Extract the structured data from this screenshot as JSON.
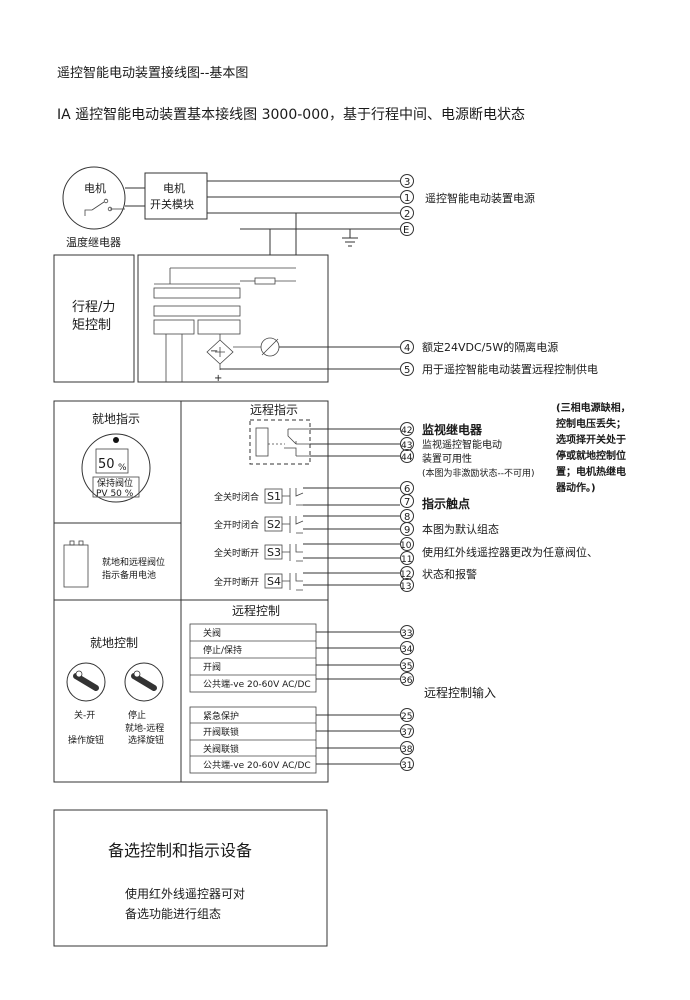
{
  "title_line1": "遥控智能电动装置接线图--基本图",
  "title_line2": "IA 遥控智能电动装置基本接线图 3000-000，基于行程中间、电源断电状态",
  "motor_circle": {
    "label": "电机",
    "caption": "温度继电器"
  },
  "motor_switch_module": {
    "line1": "电机",
    "line2": "开关模块"
  },
  "power_terminals": [
    "3",
    "1",
    "2",
    "E"
  ],
  "power_label": "遥控智能电动装置电源",
  "travel_torque_control": {
    "line1": "行程/力",
    "line2": "矩控制"
  },
  "isolated_supply": {
    "terminal": "4",
    "label": "额定24VDC/5W的隔离电源",
    "minus": "−"
  },
  "remote_supply": {
    "terminal": "5",
    "label": "用于遥控智能电动装置远程控制供电",
    "plus": "+"
  },
  "local_indication": {
    "title": "就地指示",
    "display_value": "50",
    "display_unit": "%",
    "hold_line1": "保持阀位",
    "hold_line2": "PV 50 %"
  },
  "battery_label": {
    "line1": "就地和远程阀位",
    "line2": "指示备用电池"
  },
  "remote_indication_title": "远程指示",
  "monitor_relay": {
    "terminals": [
      "42",
      "43",
      "44"
    ],
    "title": "监视继电器",
    "desc1": "监视遥控智能电动",
    "desc2": "装置可用性",
    "desc3": "(本图为非激励状态--不可用)"
  },
  "phase_note": [
    "(三相电源缺相，",
    "控制电压丢失；",
    "选项择开关处于",
    "停或就地控制位",
    "置；电机热继电",
    "器动作。)"
  ],
  "indication_contacts": [
    {
      "label": "全关时闭合",
      "switch": "S1",
      "terminals": [
        "6",
        "7"
      ]
    },
    {
      "label": "全开时闭合",
      "switch": "S2",
      "terminals": [
        "8",
        "9"
      ]
    },
    {
      "label": "全关时断开",
      "switch": "S3",
      "terminals": [
        "10",
        "11"
      ]
    },
    {
      "label": "全开时断开",
      "switch": "S4",
      "terminals": [
        "12",
        "13"
      ]
    }
  ],
  "indication_contacts_info": {
    "title": "指示触点",
    "line1": "本图为默认组态",
    "line2": "使用红外线遥控器更改为任意阀位、",
    "line3": "状态和报警"
  },
  "local_control": {
    "title": "就地控制",
    "knob1_line1": "关-开",
    "knob1_line2": "操作旋钮",
    "knob2_line1": "停止",
    "knob2_line2": "就地-远程",
    "knob2_line3": "选择旋钮"
  },
  "remote_control": {
    "title": "远程控制",
    "group1": [
      {
        "label": "关阀",
        "terminal": "33"
      },
      {
        "label": "停止/保持",
        "terminal": "34"
      },
      {
        "label": "开阀",
        "terminal": "35"
      },
      {
        "label": "公共端-ve 20-60V AC/DC",
        "terminal": "36"
      }
    ],
    "group2": [
      {
        "label": "紧急保护",
        "terminal": "25"
      },
      {
        "label": "开阀联锁",
        "terminal": "37"
      },
      {
        "label": "关阀联锁",
        "terminal": "38"
      },
      {
        "label": "公共端-ve 20-60V AC/DC",
        "terminal": "31"
      }
    ],
    "input_label": "远程控制输入"
  },
  "optional_box": {
    "title": "备选控制和指示设备",
    "line1": "使用红外线遥控器可对",
    "line2": "备选功能进行组态"
  }
}
